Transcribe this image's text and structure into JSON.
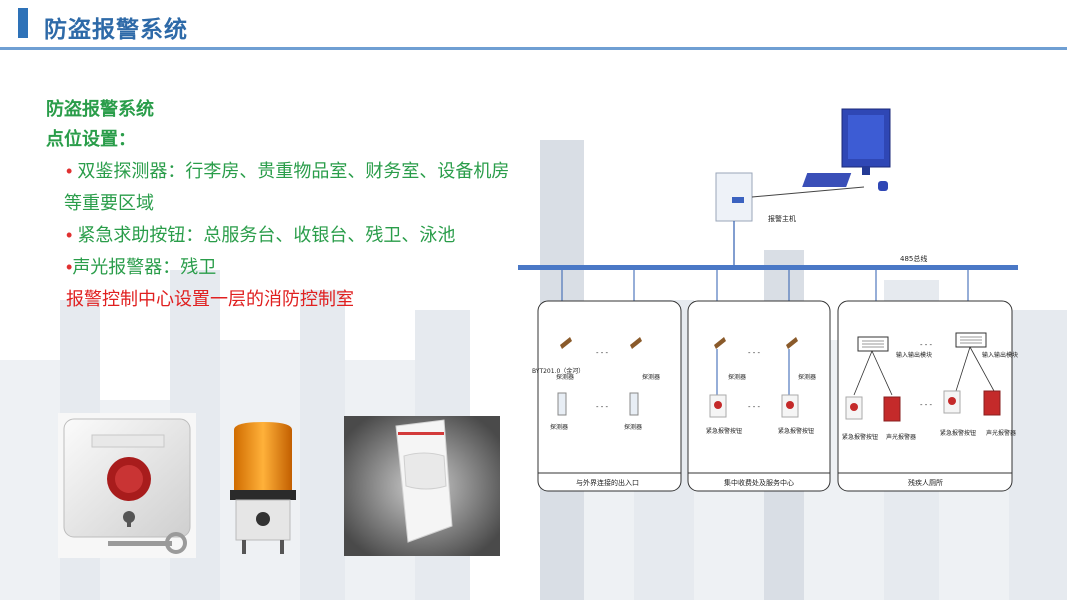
{
  "header": {
    "title": "防盗报警系统"
  },
  "content": {
    "title": "防盗报警系统",
    "subtitle": "点位设置：",
    "items": [
      {
        "bullet": "•",
        "text": "双鉴探测器：行李房、贵重物品室、财务室、设备机房"
      },
      {
        "text": "等重要区域"
      },
      {
        "bullet": "•",
        "text": "紧急求助按钮：总服务台、收银台、残卫、泳池"
      },
      {
        "bullet": "•",
        "text": "声光报警器：残卫"
      }
    ],
    "note": "报警控制中心设置一层的消防控制室"
  },
  "images": [
    {
      "icon": "emergency-button-photo"
    },
    {
      "icon": "strobe-siren-photo"
    },
    {
      "icon": "dual-detector-photo"
    }
  ],
  "diagram": {
    "host_label": "报警主机",
    "bus_label": "485总线",
    "zone1": {
      "caption": "与外界连接的出入口",
      "detector_label": "探测器",
      "module_label": "BYT201.0（金河）",
      "unit_label": "探测器",
      "dots": "- - -"
    },
    "zone2": {
      "caption": "集中收费处及服务中心",
      "detector_label": "探测器",
      "button_label": "紧急报警按钮",
      "dots": "- - -"
    },
    "zone3": {
      "caption": "残疾人厕所",
      "module_label": "输入输出模块",
      "button_label": "紧急报警按钮",
      "siren_label": "声光报警器",
      "dots": "- - -"
    }
  }
}
